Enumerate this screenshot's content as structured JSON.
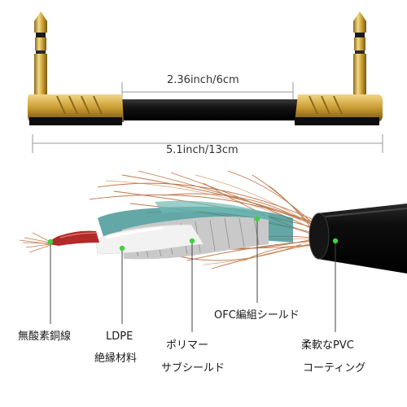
{
  "dimensions": {
    "short": "2.36inch/6cm",
    "total": "5.1inch/13cm"
  },
  "labels": {
    "conductor": "無酸素銅線",
    "insulation_line1": "LDPE",
    "insulation_line2": "絶縁材料",
    "polymer_line1": "ポリマー",
    "polymer_line2": "サブシールド",
    "ofc_shield": "OFC編組シールド",
    "jacket_line1": "柔軟なPVC",
    "jacket_line2": "コーティング"
  },
  "colors": {
    "pointer_dot": "#3fd13f",
    "gold": "#d4a93a",
    "cable": "#111111"
  }
}
